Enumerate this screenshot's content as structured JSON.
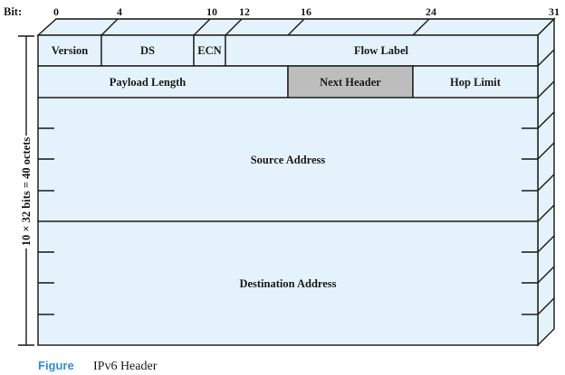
{
  "bit_label": "Bit:",
  "bit_positions": [
    "0",
    "4",
    "10",
    "12",
    "16",
    "24",
    "31"
  ],
  "fields": {
    "version": "Version",
    "ds": "DS",
    "ecn": "ECN",
    "flow_label": "Flow Label",
    "payload_length": "Payload Length",
    "next_header": "Next Header",
    "hop_limit": "Hop Limit",
    "source_address": "Source Address",
    "destination_address": "Destination Address"
  },
  "size_label": "10 × 32 bits = 40 octets",
  "caption": {
    "key": "Figure",
    "text": "IPv6 Header"
  },
  "colors": {
    "field_fill": "#e4f2fb",
    "highlight_fill": "#bdbdbd",
    "caption_key": "#2f8fd8"
  }
}
